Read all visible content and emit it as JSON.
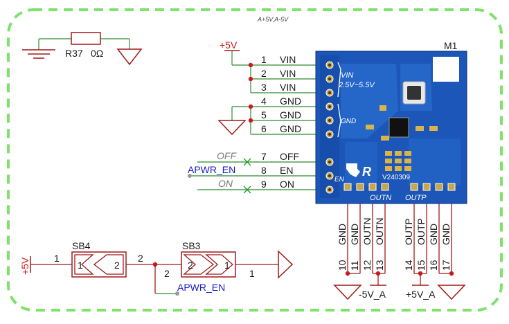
{
  "sheet": {
    "title": "A+5V,A-5V",
    "border_color": "#7ee26b",
    "wire_color": "#a01818",
    "net_color": "#1a1acc",
    "pcb_color": "#1b56b8"
  },
  "resistor": {
    "ref": "R37",
    "value": "0Ω"
  },
  "power_labels": {
    "p5v_top": "+5V",
    "p5v_left": "+5V",
    "n5v_a": "-5V_A",
    "p5v_a": "+5V_A"
  },
  "module": {
    "ref": "M1",
    "board_text": {
      "vin": "VIN",
      "vin_range": "2.5V~5.5V",
      "gnd": "GND",
      "en": "EN",
      "outn": "OUTN",
      "outp": "OUTP",
      "part": "V240309"
    },
    "left_pins": [
      {
        "num": "1",
        "name": "VIN"
      },
      {
        "num": "2",
        "name": "VIN"
      },
      {
        "num": "3",
        "name": "VIN"
      },
      {
        "num": "4",
        "name": "GND"
      },
      {
        "num": "5",
        "name": "GND"
      },
      {
        "num": "6",
        "name": "GND"
      },
      {
        "num": "7",
        "name": "OFF"
      },
      {
        "num": "8",
        "name": "EN"
      },
      {
        "num": "9",
        "name": "ON"
      }
    ],
    "bottom_pins": [
      {
        "num": "10",
        "name": "GND"
      },
      {
        "num": "11",
        "name": "GND"
      },
      {
        "num": "12",
        "name": "OUTN"
      },
      {
        "num": "13",
        "name": "OUTN"
      },
      {
        "num": "14",
        "name": "OUTP"
      },
      {
        "num": "15",
        "name": "OUTP"
      },
      {
        "num": "16",
        "name": "GND"
      },
      {
        "num": "17",
        "name": "GND"
      }
    ]
  },
  "en_labels": {
    "off": "OFF",
    "net": "APWR_EN",
    "on": "ON"
  },
  "sb4": {
    "ref": "SB4",
    "pad1": "1",
    "pad2": "2",
    "pin1": "1",
    "pin2": "2"
  },
  "sb3": {
    "ref": "SB3",
    "pad1": "1",
    "pad2": "2",
    "pin1": "1",
    "pin2": "2",
    "net": "APWR_EN"
  }
}
